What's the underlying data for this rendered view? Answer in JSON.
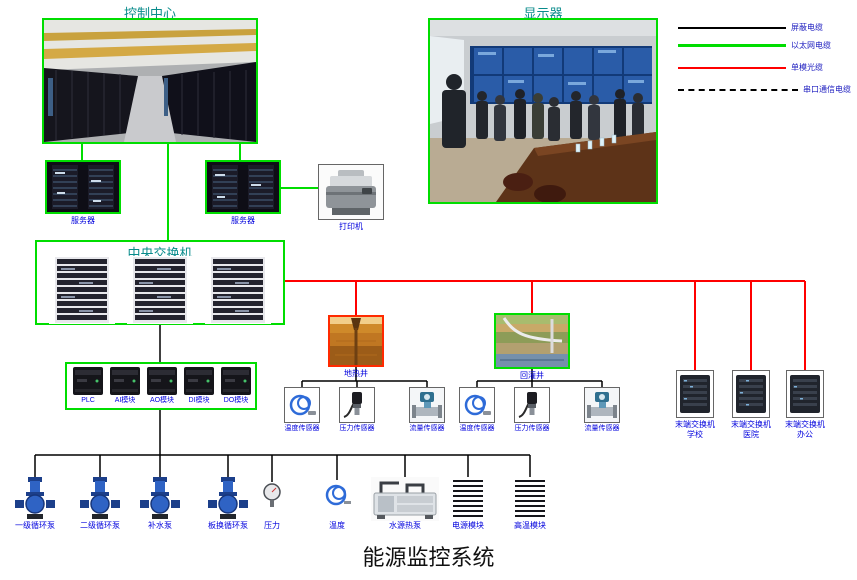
{
  "title": "能源监控系统",
  "sections": {
    "control_center": "控制中心",
    "display_wall": "显示器",
    "central_switch": "中央交换机"
  },
  "legend": [
    {
      "label": "屏蔽电缆"
    },
    {
      "label": "以太网电缆"
    },
    {
      "label": "单模光缆"
    },
    {
      "label": "串口通信电缆"
    }
  ],
  "devices": {
    "server_left": "服务器",
    "server_right": "服务器",
    "printer": "打印机",
    "geothermal_well": "地热井",
    "reinjection_well": "回灌井",
    "plc_modules": [
      "PLC",
      "AI模块",
      "AO模块",
      "DI模块",
      "DO模块"
    ],
    "well1_sensors": [
      "温度传感器",
      "压力传感器",
      "流量传感器"
    ],
    "well2_sensors": [
      "温度传感器",
      "压力传感器",
      "流量传感器"
    ],
    "terminal_switches": [
      {
        "name": "末端交换机",
        "site": "学校"
      },
      {
        "name": "末端交换机",
        "site": "医院"
      },
      {
        "name": "末端交换机",
        "site": "办公"
      }
    ],
    "field_devices": [
      "一级循环泵",
      "二级循环泵",
      "补水泵",
      "板换循环泵",
      "压力",
      "温度",
      "水源热泵",
      "电源模块",
      "高温模块"
    ]
  },
  "colors": {
    "ethernet": "#00dd00",
    "fiber": "#ff0000",
    "shielded_cable": "#000000",
    "device_label": "#0000dd",
    "section_label": "#088b8b"
  }
}
